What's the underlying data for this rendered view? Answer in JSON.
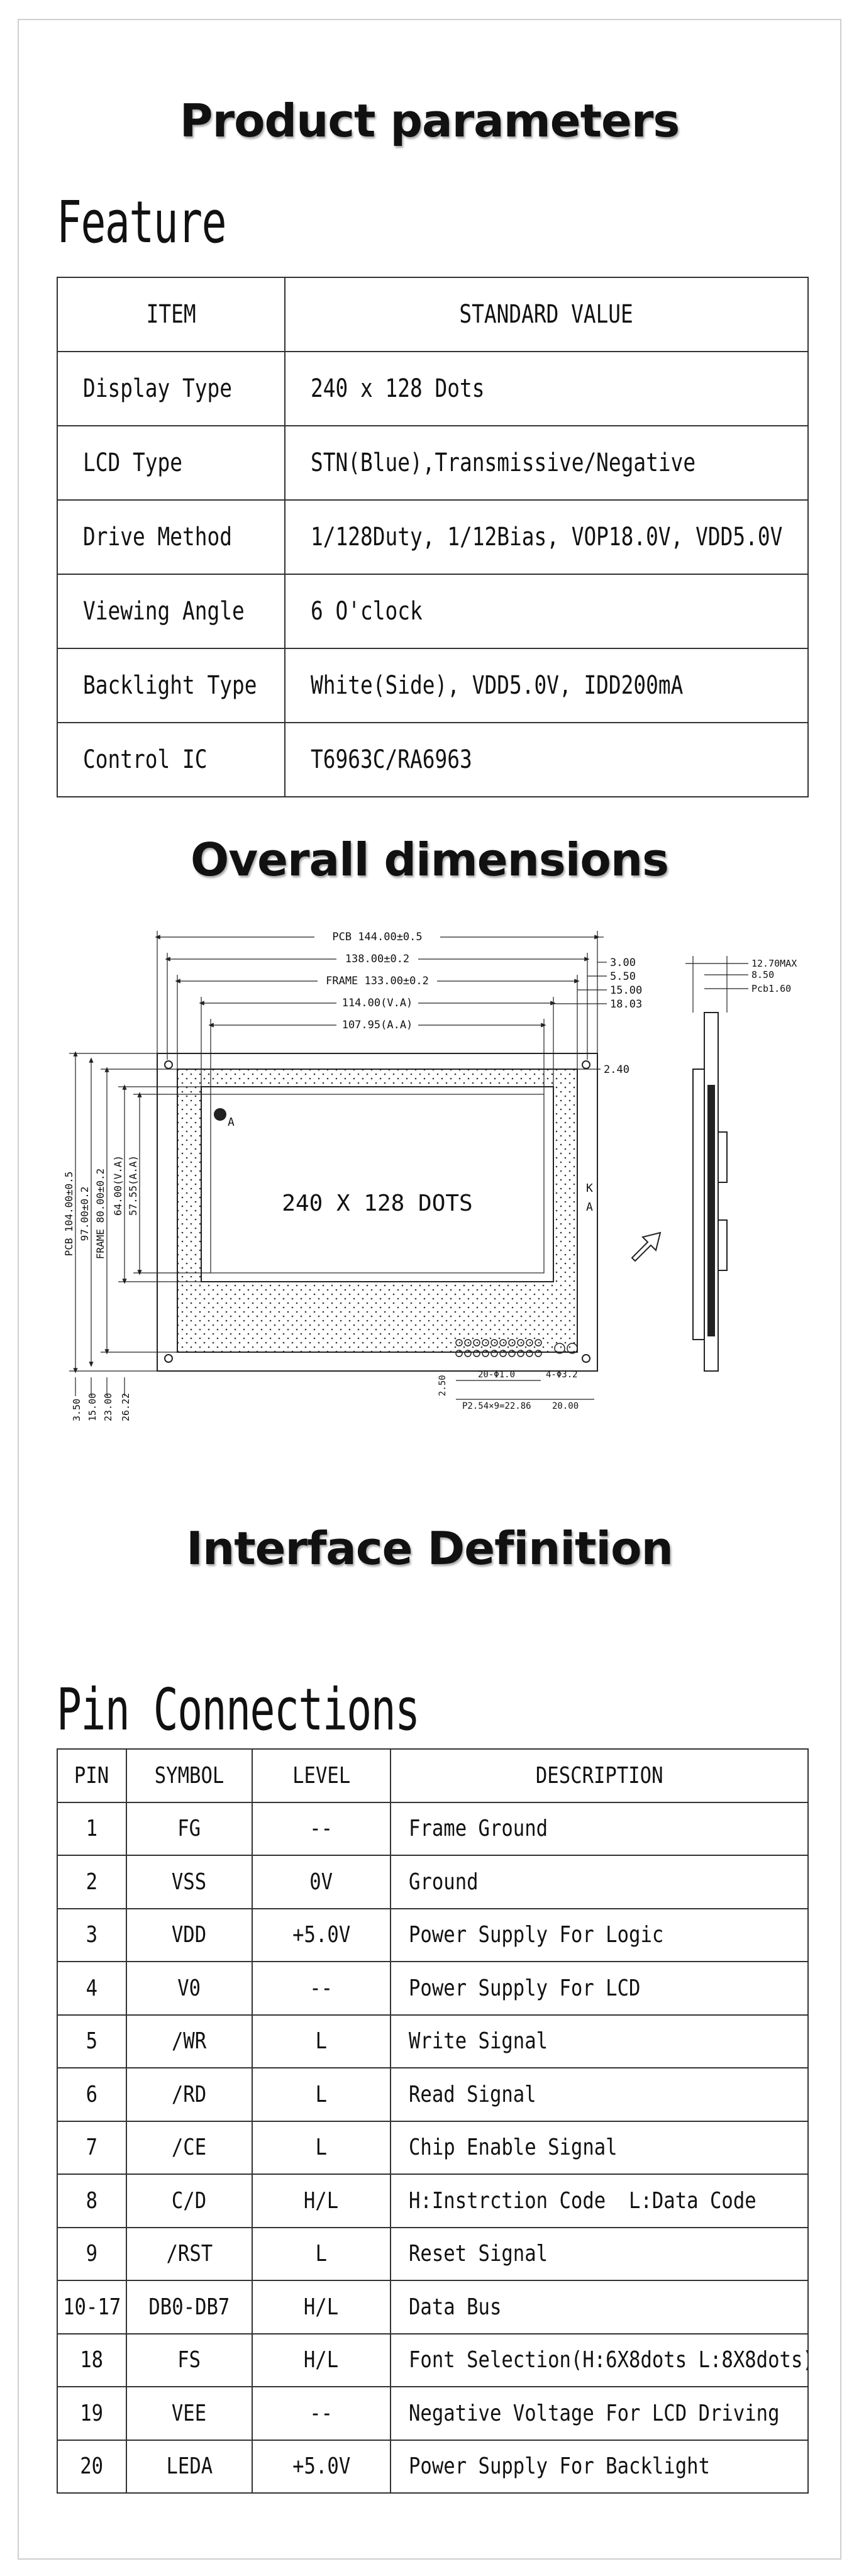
{
  "sections": {
    "product_parameters": "Product parameters",
    "overall_dimensions": "Overall dimensions",
    "interface_definition": "Interface Definition"
  },
  "feature": {
    "title": "Feature",
    "headers": [
      "ITEM",
      "STANDARD VALUE"
    ],
    "rows": [
      [
        "Display Type",
        "240 x 128 Dots"
      ],
      [
        "LCD Type",
        "STN(Blue),Transmissive/Negative"
      ],
      [
        "Drive Method",
        "1/128Duty, 1/12Bias, VOP18.0V, VDD5.0V"
      ],
      [
        "Viewing Angle",
        "6 O'clock"
      ],
      [
        "Backlight Type",
        "White(Side), VDD5.0V, IDD200mA"
      ],
      [
        "Control IC",
        "T6963C/RA6963"
      ]
    ]
  },
  "drawing": {
    "center_label": "240 X 128 DOTS",
    "dims_top": [
      "PCB 144.00±0.5",
      "138.00±0.2",
      "FRAME 133.00±0.2",
      "114.00(V.A)",
      "107.95(A.A)"
    ],
    "dims_right": [
      "3.00",
      "5.50",
      "15.00",
      "18.03",
      "2.40"
    ],
    "dims_left": [
      "PCB 104.00±0.5",
      "97.00±0.2",
      "FRAME 80.00±0.2",
      "64.00(V.A)",
      "57.55(A.A)"
    ],
    "dims_bottom": [
      "3.50",
      "15.00",
      "23.00",
      "26.22"
    ],
    "dims_connector": [
      "2.50",
      "20-Φ1.0",
      "4-Φ3.2",
      "P2.54×9=22.86",
      "20.00"
    ],
    "dims_side": [
      "12.70MAX",
      "8.50",
      "Pcb1.60"
    ],
    "marks": [
      "A",
      "K",
      "A"
    ]
  },
  "pins": {
    "title": "Pin Connections",
    "headers": [
      "PIN",
      "SYMBOL",
      "LEVEL",
      "DESCRIPTION"
    ],
    "rows": [
      [
        "1",
        "FG",
        "--",
        "Frame Ground"
      ],
      [
        "2",
        "VSS",
        "0V",
        "Ground"
      ],
      [
        "3",
        "VDD",
        "+5.0V",
        "Power Supply For Logic"
      ],
      [
        "4",
        "V0",
        "--",
        "Power Supply For LCD"
      ],
      [
        "5",
        "/WR",
        "L",
        "Write Signal"
      ],
      [
        "6",
        "/RD",
        "L",
        "Read Signal"
      ],
      [
        "7",
        "/CE",
        "L",
        "Chip Enable Signal"
      ],
      [
        "8",
        "C/D",
        "H/L",
        "H:Instrction Code  L:Data Code"
      ],
      [
        "9",
        "/RST",
        "L",
        "Reset Signal"
      ],
      [
        "10-17",
        "DB0-DB7",
        "H/L",
        "Data Bus"
      ],
      [
        "18",
        "FS",
        "H/L",
        "Font Selection(H:6X8dots L:8X8dots)"
      ],
      [
        "19",
        "VEE",
        "--",
        "Negative Voltage For LCD Driving"
      ],
      [
        "20",
        "LEDA",
        "+5.0V",
        "Power Supply For Backlight"
      ]
    ]
  }
}
